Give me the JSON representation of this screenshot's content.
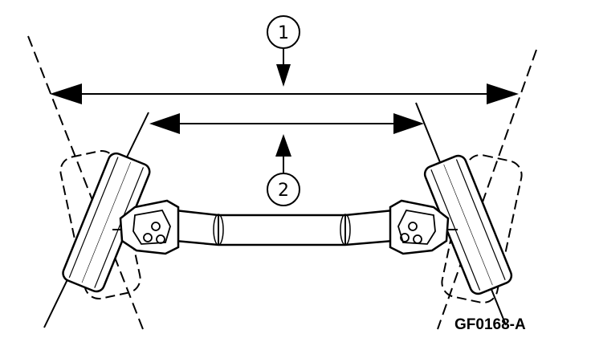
{
  "diagram": {
    "callouts": [
      {
        "label": "1"
      },
      {
        "label": "2"
      }
    ],
    "figure_id": "GF0168-A",
    "colors": {
      "ink": "#000000",
      "paper": "#ffffff"
    }
  }
}
